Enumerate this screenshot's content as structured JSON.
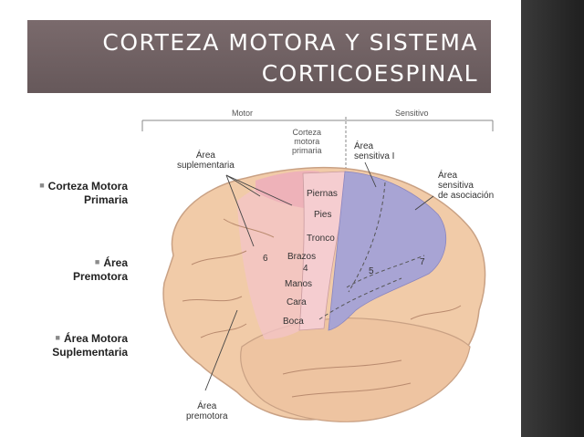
{
  "title": {
    "line1": "CORTEZA MOTORA Y SISTEMA",
    "line2": "CORTICOESPINAL"
  },
  "bullets": [
    {
      "line1": "Corteza Motora",
      "line2": "Primaria"
    },
    {
      "line1": "Área",
      "line2": "Premotora"
    },
    {
      "line1": "Área Motora",
      "line2": "Suplementaria"
    }
  ],
  "diagram": {
    "header_left": "Motor",
    "header_right": "Sensitivo",
    "corteza_motora": {
      "l1": "Corteza",
      "l2": "motora",
      "l3": "primaria"
    },
    "area_suplementaria": {
      "l1": "Área",
      "l2": "suplementaria"
    },
    "area_sensitiva": {
      "l1": "Área",
      "l2": "sensitiva I"
    },
    "area_asociacion": {
      "l1": "Área",
      "l2": "sensitiva",
      "l3": "de asociación"
    },
    "area_premotora": {
      "l1": "Área",
      "l2": "premotora"
    },
    "body_parts": [
      "Piernas",
      "Pies",
      "Tronco",
      "Brazos",
      "Manos",
      "Cara",
      "Boca"
    ],
    "num_4": "4",
    "num_5": "5",
    "num_6": "6",
    "num_7": "7",
    "colors": {
      "motor": "#f3c4c8",
      "sensory": "#a8a4d4",
      "brain": "#f1cba8",
      "title_bg": "#6e6063"
    }
  }
}
